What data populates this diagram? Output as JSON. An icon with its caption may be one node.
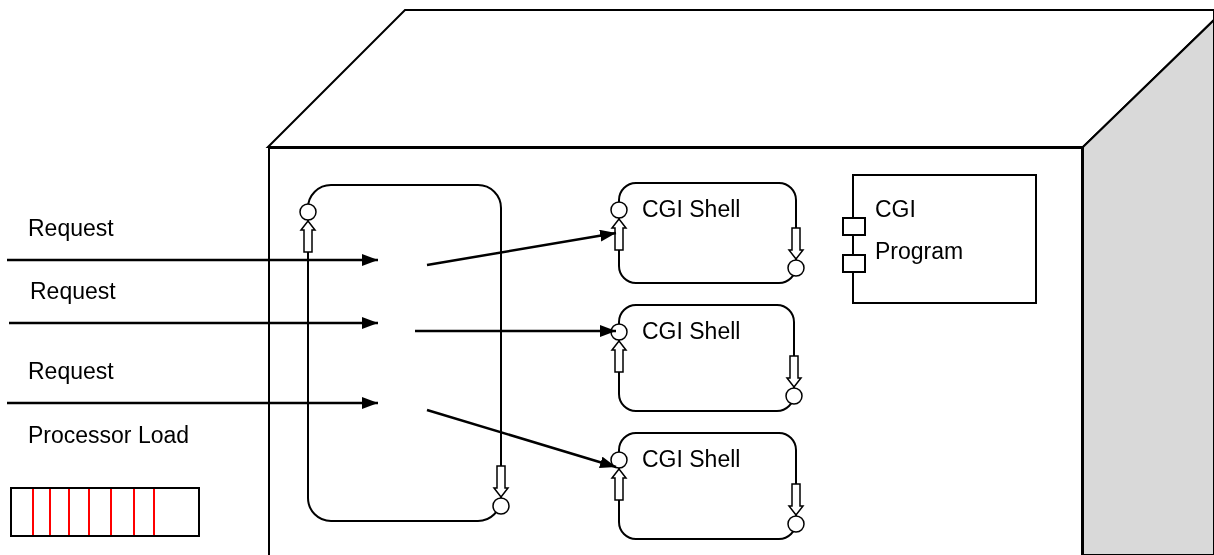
{
  "diagram": {
    "nodes": [
      {
        "text": [],
        "shape": "box"
      },
      {
        "text": [],
        "shape": "box",
        "in": 0
      },
      {
        "text": [
          "CGI Shell"
        ],
        "in": 0
      },
      {
        "text": [
          "CGI Shell"
        ],
        "in": 0
      },
      {
        "text": [
          "CGI Shell"
        ],
        "in": 0
      },
      {
        "text": [
          "CGI Program"
        ],
        "in": 0
      },
      {
        "text": [
          "Processor Load"
        ]
      }
    ],
    "edges": [
      {
        "from": null,
        "to": 1,
        "arrow": "to",
        "label": "Request"
      },
      {
        "from": null,
        "to": 1,
        "arrow": "to",
        "label": "Request"
      },
      {
        "from": null,
        "to": 1,
        "arrow": "to",
        "label": "Request"
      },
      {
        "from": 1,
        "to": 2,
        "arrow": "to"
      },
      {
        "from": 1,
        "to": 3,
        "arrow": "to"
      },
      {
        "from": 1,
        "to": 4,
        "arrow": "to"
      }
    ]
  }
}
